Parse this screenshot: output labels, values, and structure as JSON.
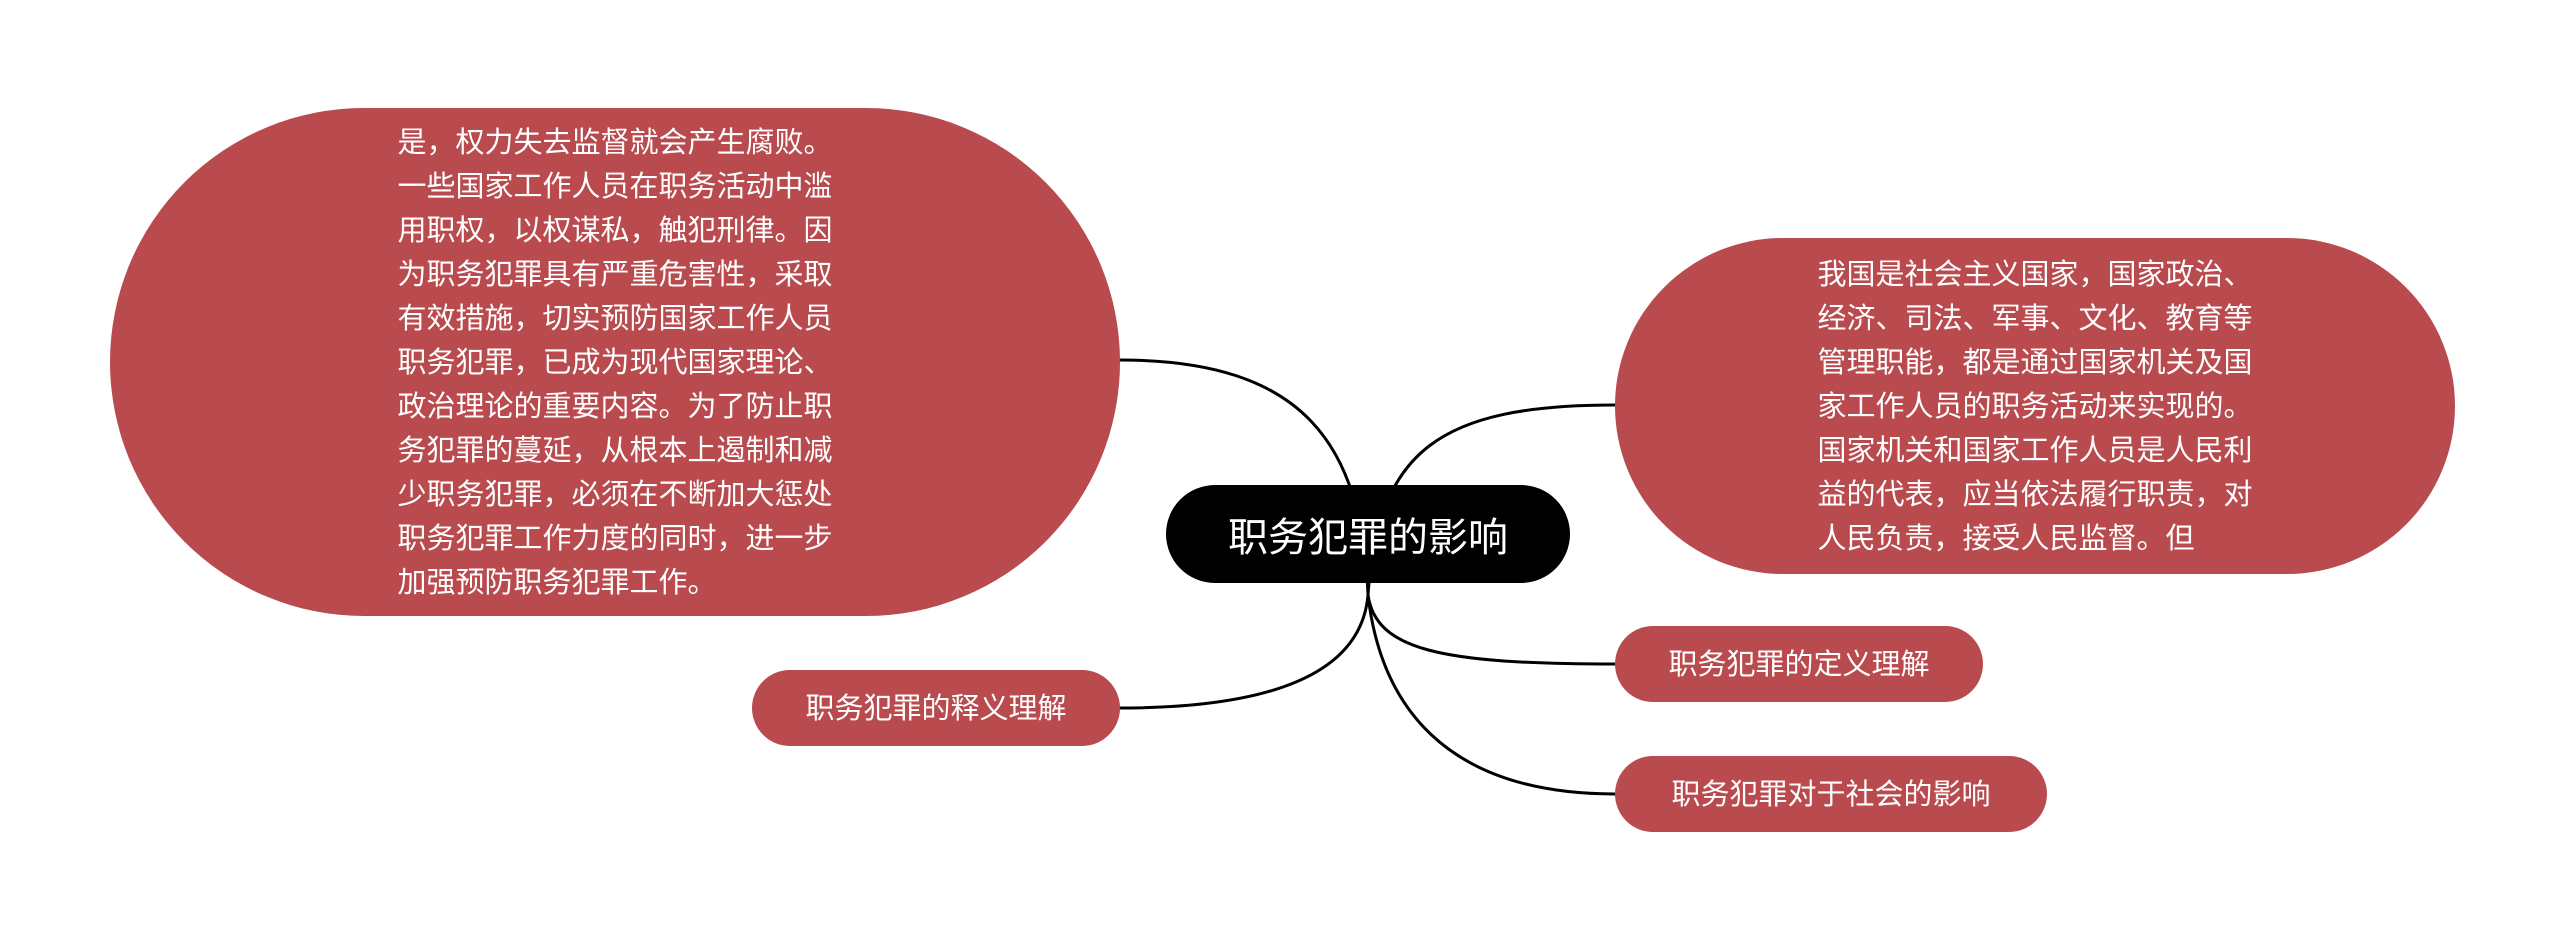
{
  "diagram": {
    "center": {
      "label": "职务犯罪的影响"
    },
    "nodes": {
      "left_paragraph": "是，权力失去监督就会产生腐败。\n一些国家工作人员在职务活动中滥\n用职权，以权谋私，触犯刑律。因\n为职务犯罪具有严重危害性，采取\n有效措施，切实预防国家工作人员\n职务犯罪，已成为现代国家理论、\n政治理论的重要内容。为了防止职\n务犯罪的蔓延，从根本上遏制和减\n少职务犯罪，必须在不断加大惩处\n职务犯罪工作力度的同时，进一步\n加强预防职务犯罪工作。",
      "right_paragraph": "我国是社会主义国家，国家政治、\n经济、司法、军事、文化、教育等\n管理职能，都是通过国家机关及国\n家工作人员的职务活动来实现的。\n国家机关和国家工作人员是人民利\n益的代表，应当依法履行职责，对\n人民负责，接受人民监督。但",
      "left_pill": "职务犯罪的释义理解",
      "right_pill_1": "职务犯罪的定义理解",
      "right_pill_2": "职务犯罪对于社会的影响"
    },
    "colors": {
      "node_fill": "#b94a4e",
      "center_fill": "#000000",
      "connector": "#000000",
      "text": "#ffffff",
      "background": "#ffffff"
    }
  }
}
